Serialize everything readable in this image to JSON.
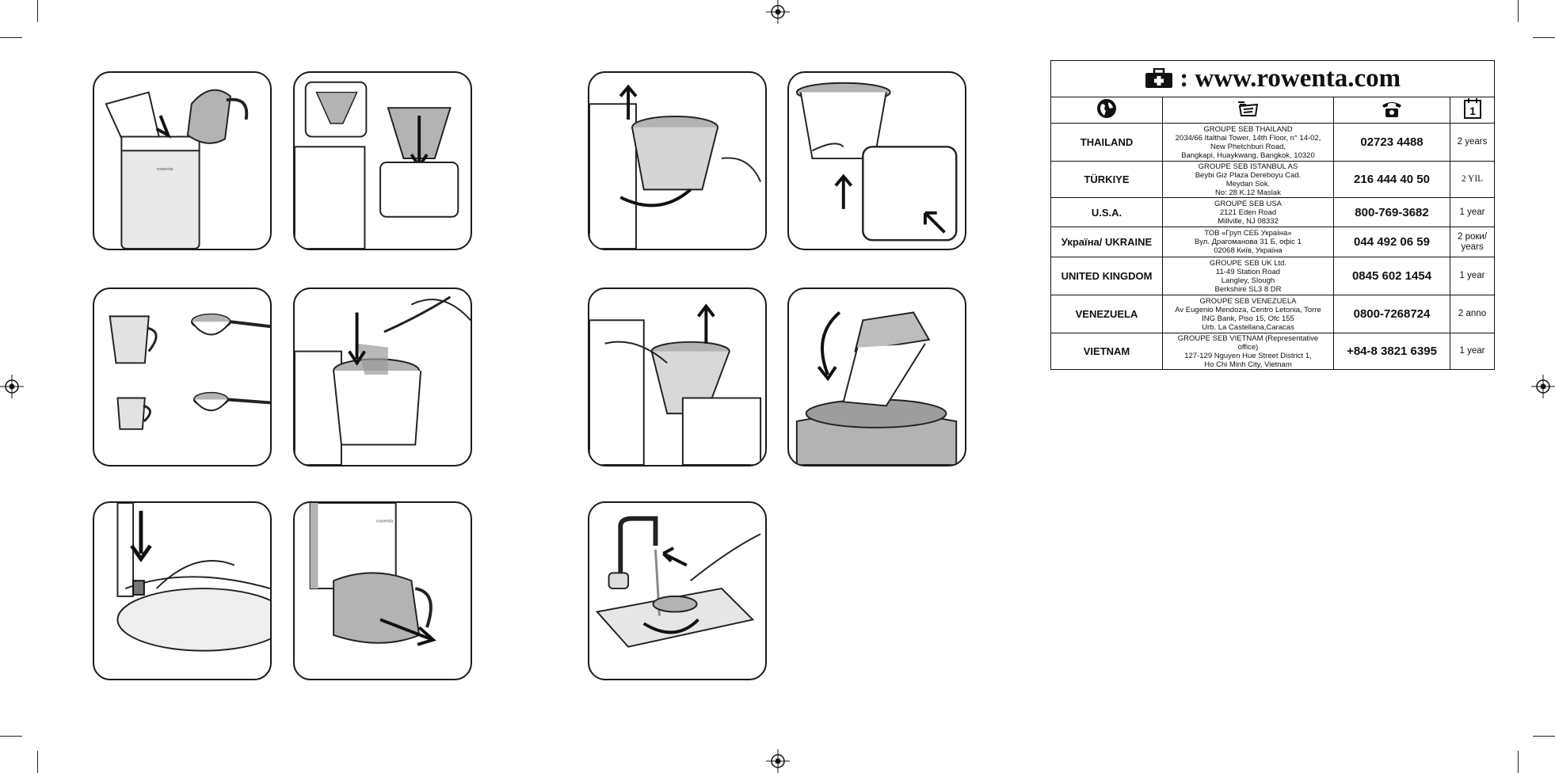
{
  "service_table": {
    "website": ": www.rowenta.com",
    "header_icons": [
      "globe-icon",
      "service-center-icon",
      "telephone-icon",
      "calendar-icon"
    ],
    "calendar_number": "1",
    "rows": [
      {
        "country": "THAILAND",
        "address": [
          "GROUPE SEB THAILAND",
          "2034/66 Italthai Tower, 14th Floor, n° 14-02,",
          "New Phetchburi Road,",
          "Bangkapi, Huaykwang,     Bangkok, 10320"
        ],
        "phone": "02723 4488",
        "warranty": "2 years"
      },
      {
        "country": "TÜRKIYE",
        "address": [
          "GROUPE SEB ISTANBUL AS",
          "Beybi Giz Plaza Dereboyu Cad.",
          "Meydan Sok.",
          "No: 28 K.12 Maslak"
        ],
        "phone": "216 444 40 50",
        "warranty": "2 YIL"
      },
      {
        "country": "U.S.A.",
        "address": [
          "GROUPE SEB USA",
          "2121 Eden Road",
          "Millville, NJ 08332"
        ],
        "phone": "800-769-3682",
        "warranty": "1 year"
      },
      {
        "country": "Україна/ UKRAINE",
        "address": [
          "ТОВ «Груп СЕБ Україна»",
          "Вул. Драгоманова 31 Б, офіс 1",
          "02068 Київ, Україна"
        ],
        "phone": "044 492 06 59",
        "warranty": "2 роки/ years"
      },
      {
        "country": "UNITED KINGDOM",
        "address": [
          "GROUPE SEB UK Ltd.",
          "11-49 Station Road",
          "Langley, Slough",
          "Berkshire SL3 8 DR"
        ],
        "phone": "0845 602 1454",
        "warranty": "1 year"
      },
      {
        "country": "VENEZUELA",
        "address": [
          "GROUPE SEB VENEZUELA",
          "Av Eugenio Mendoza, Centro Letonia, Torre",
          "ING Bank, Piso 15, Ofc 155",
          "Urb. La Castellana,Caracas"
        ],
        "phone": "0800-7268724",
        "warranty": "2 anno"
      },
      {
        "country": "VIETNAM",
        "address": [
          "GROUPE SEB VIETNAM (Representative",
          "office)",
          "127-129 Nguyen Hue Street District 1,",
          "Ho Chi Minh City, Vietnam"
        ],
        "phone": "+84-8 3821 6395",
        "warranty": "1 year"
      }
    ]
  },
  "illustrations": [
    {
      "name": "fill-water-tank",
      "brand_text": "rowenta"
    },
    {
      "name": "insert-paper-filter"
    },
    {
      "name": "remove-filter-holder"
    },
    {
      "name": "release-filter-holder"
    },
    {
      "name": "cup-sizes-measuring-spoons"
    },
    {
      "name": "add-ground-coffee"
    },
    {
      "name": "lift-filter-holder"
    },
    {
      "name": "empty-filter-into-bin"
    },
    {
      "name": "switch-on"
    },
    {
      "name": "remove-carafe",
      "brand_text": "rowenta"
    },
    {
      "name": "rinse-filter-under-tap"
    }
  ]
}
